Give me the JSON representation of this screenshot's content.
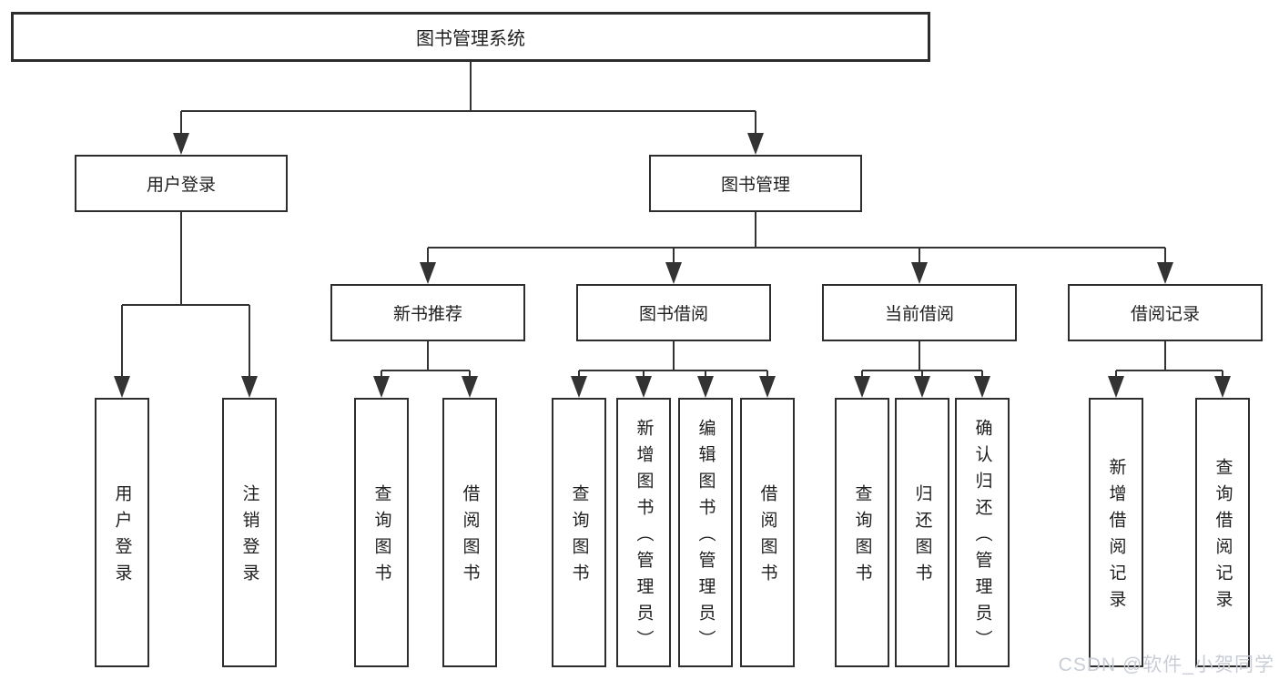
{
  "root": {
    "label": "图书管理系统"
  },
  "level2": {
    "user_login": "用户登录",
    "book_mgmt": "图书管理"
  },
  "level3": {
    "new_books": "新书推荐",
    "book_borrow": "图书借阅",
    "current_borrow": "当前借阅",
    "borrow_records": "借阅记录"
  },
  "leaves": {
    "user_login": [
      "用户登录",
      "注销登录"
    ],
    "new_books": [
      "查询图书",
      "借阅图书"
    ],
    "book_borrow": [
      "查询图书",
      "新增图书（管理员）",
      "编辑图书（管理员）",
      "借阅图书"
    ],
    "current_borrow": [
      "查询图书",
      "归还图书",
      "确认归还（管理员）"
    ],
    "borrow_records": [
      "新增借阅记录",
      "查询借阅记录"
    ]
  },
  "watermark": "CSDN @软件_小贺同学",
  "colors": {
    "line": "#333333",
    "border": "#2d2d2d",
    "text": "#1f1f1f",
    "watermark": "#c5cad4",
    "background": "#ffffff"
  }
}
